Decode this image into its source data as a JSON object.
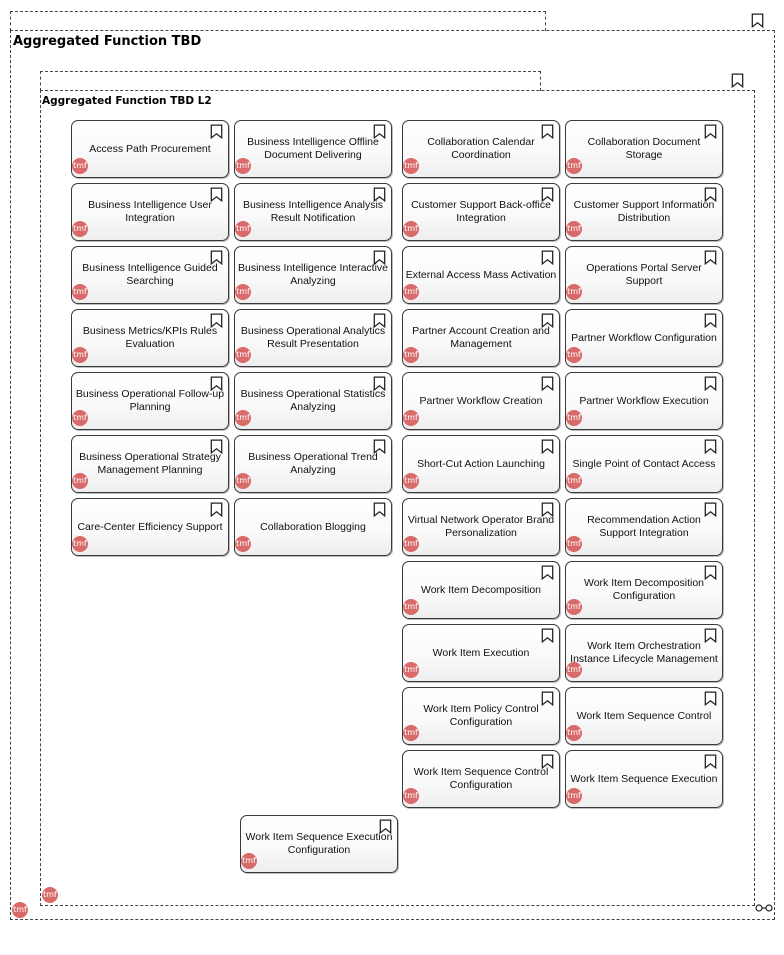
{
  "diagram": {
    "outer_title": "Aggregated Function TBD",
    "inner_title": "Aggregated Function TBD L2",
    "badge_text": "tmf",
    "badge_color": "#d86a6a",
    "border_color": "#444444",
    "functions": [
      "Access Path Procurement",
      "Business Intelligence Offline Document Delivering",
      "Collaboration Calendar Coordination",
      "Collaboration Document Storage",
      "Business Intelligence User Integration",
      "Business Intelligence Analysis Result Notification",
      "Customer Support Back-office Integration",
      "Customer Support Information Distribution",
      "Business Intelligence Guided Searching",
      "Business Intelligence Interactive Analyzing",
      "External Access Mass Activation",
      "Operations Portal Server Support",
      "Business Metrics/KPIs Rules Evaluation",
      "Business Operational Analytics Result Presentation",
      "Partner Account Creation and Management",
      "Partner Workflow Configuration",
      "Business Operational Follow-up Planning",
      "Business Operational Statistics Analyzing",
      "Partner Workflow Creation",
      "Partner Workflow Execution",
      "Business Operational Strategy Management Planning",
      "Business Operational Trend Analyzing",
      "Short-Cut Action Launching",
      "Single Point of Contact Access",
      "Care-Center Efficiency Support",
      "Collaboration Blogging",
      "Virtual Network Operator Brand Personalization",
      "Recommendation Action Support Integration",
      "Work Item Decomposition",
      "Work Item Decomposition Configuration",
      "Work Item Execution",
      "Work Item Orchestration Instance Lifecycle Management",
      "Work Item Policy Control Configuration",
      "Work Item Sequence Control",
      "Work Item Sequence Control Configuration",
      "Work Item Sequence Execution",
      "Work Item Sequence Execution Configuration"
    ]
  }
}
